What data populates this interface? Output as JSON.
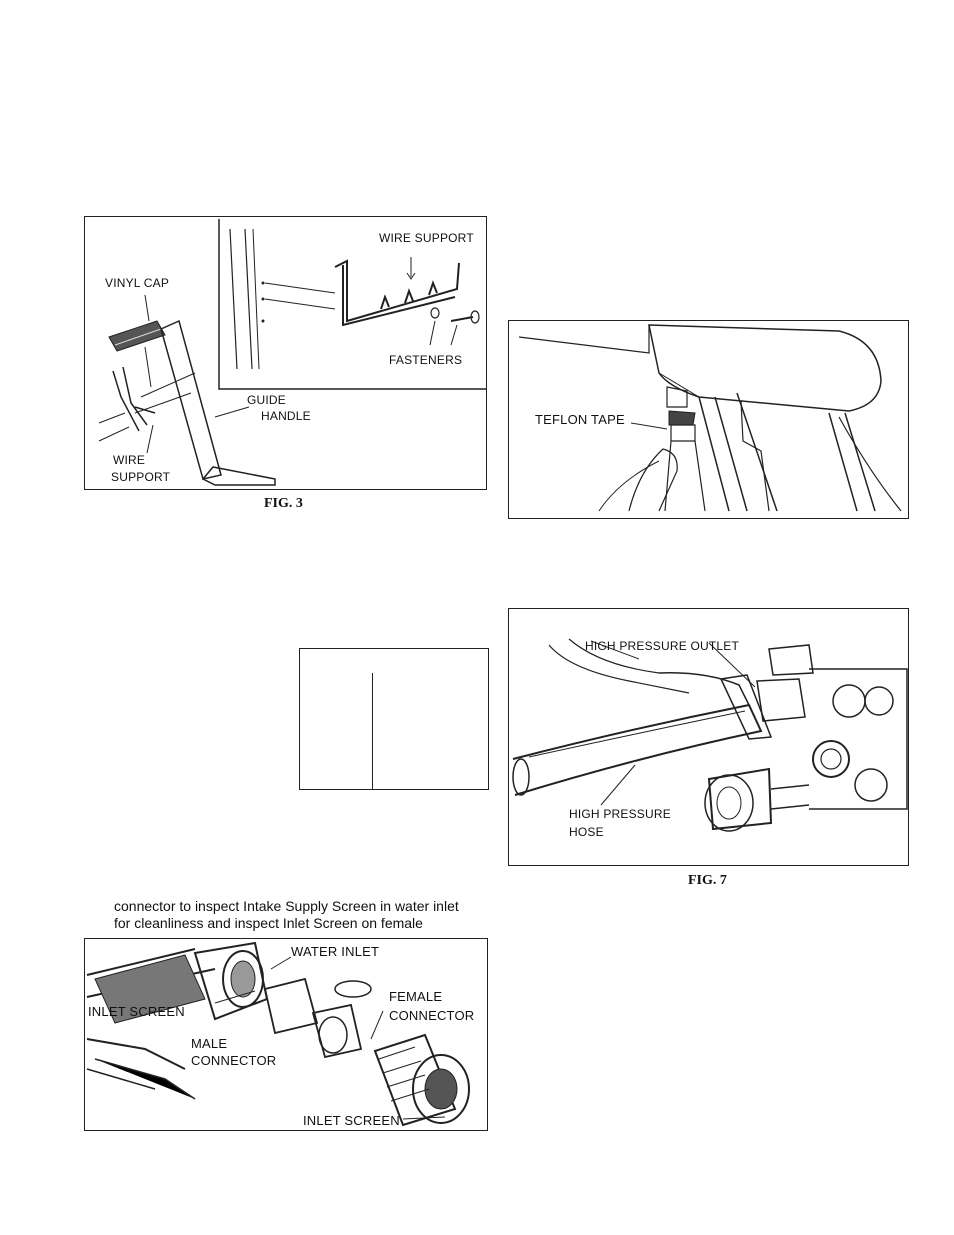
{
  "fig3": {
    "caption": "FIG. 3",
    "labels": {
      "wire_support_top": "WIRE SUPPORT",
      "vinyl_cap": "VINYL CAP",
      "fasteners": "FASTENERS",
      "guide": "GUIDE",
      "handle": "HANDLE",
      "wire": "WIRE",
      "support": "SUPPORT"
    }
  },
  "fig6": {
    "labels": {
      "teflon_tape": "TEFLON TAPE"
    }
  },
  "fig7": {
    "caption": "FIG. 7",
    "labels": {
      "high_pressure_outlet": "HIGH PRESSURE OUTLET",
      "high_pressure": "HIGH PRESSURE",
      "hose": "HOSE"
    }
  },
  "text": {
    "line1": "connector to inspect Intake Supply Screen in water inlet",
    "line2": "for cleanliness and inspect Inlet Screen on female"
  },
  "fig8": {
    "labels": {
      "water_inlet": "WATER INLET",
      "inlet_screen_left": "INLET SCREEN",
      "female": "FEMALE",
      "connector_right": "CONNECTOR",
      "male": "MALE",
      "connector_left": "CONNECTOR",
      "inlet_screen_bottom": "INLET SCREEN"
    }
  }
}
